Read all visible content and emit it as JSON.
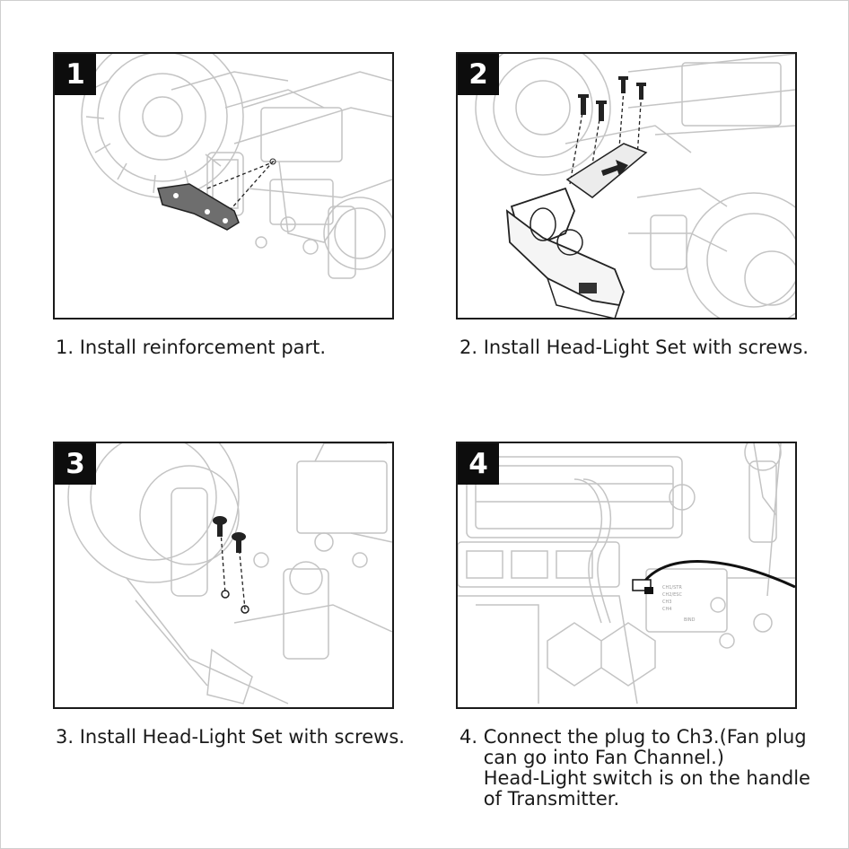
{
  "steps": [
    {
      "number": "1",
      "caption": "1. Install reinforcement part."
    },
    {
      "number": "2",
      "caption": "2. Install Head-Light Set with screws."
    },
    {
      "number": "3",
      "caption": "3. Install Head-Light Set with screws."
    },
    {
      "number": "4",
      "caption_lines": [
        "4. Connect the plug to Ch3.(Fan plug",
        "    can go into Fan Channel.)",
        "    Head-Light switch is on the handle",
        "    of Transmitter."
      ]
    }
  ],
  "receiver_labels": [
    "CH1/STR",
    "CH2/ESC",
    "CH3",
    "CH4",
    "BIND"
  ]
}
